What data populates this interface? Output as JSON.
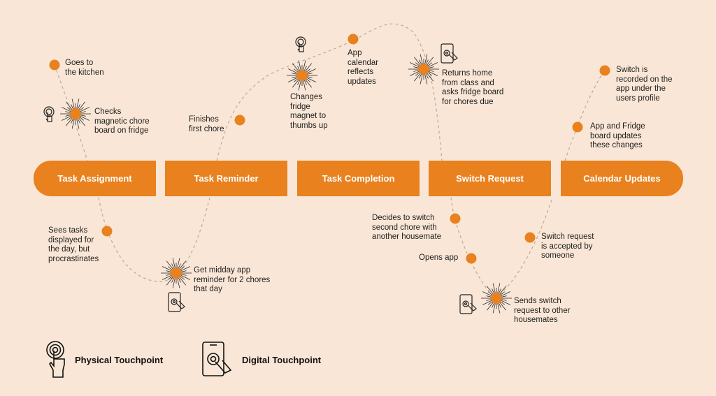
{
  "colors": {
    "background": "#f9e6d6",
    "accent": "#e8811e",
    "path": "#b9ab9f",
    "text": "#1f1f1f"
  },
  "stages": [
    "Task Assignment",
    "Task Reminder",
    "Task Completion",
    "Switch Request",
    "Calendar Updates"
  ],
  "touchpoints": [
    {
      "label": "Goes to\nthe kitchen",
      "kind": "dot"
    },
    {
      "label": "Checks\nmagnetic chore\nboard on fridge",
      "kind": "burst",
      "icon": "physical-touchpoint-icon"
    },
    {
      "label": "Sees tasks\ndisplayed for\nthe day, but\nprocrastinates",
      "kind": "dot"
    },
    {
      "label": "Get midday app\nreminder for 2 chores\nthat day",
      "kind": "burst",
      "icon": "digital-touchpoint-icon"
    },
    {
      "label": "Finishes\nfirst chore",
      "kind": "dot"
    },
    {
      "label": "Changes\nfridge\nmagnet to\nthumbs up",
      "kind": "burst",
      "icon": "physical-touchpoint-icon"
    },
    {
      "label": "App\ncalendar\nreflects\nupdates",
      "kind": "dot"
    },
    {
      "label": "Returns home\nfrom class and\nasks fridge board\nfor chores due",
      "kind": "burst",
      "icon": "digital-touchpoint-icon"
    },
    {
      "label": "Decides to switch\nsecond chore with\nanother housemate",
      "kind": "dot"
    },
    {
      "label": "Opens app",
      "kind": "dot"
    },
    {
      "label": "Sends switch\nrequest to other\nhousemates",
      "kind": "burst",
      "icon": "digital-touchpoint-icon"
    },
    {
      "label": "Switch request\nis accepted by\nsomeone",
      "kind": "dot"
    },
    {
      "label": "App and Fridge\nboard updates\nthese changes",
      "kind": "dot"
    },
    {
      "label": "Switch is\nrecorded on the\napp under the\nusers profile",
      "kind": "dot"
    }
  ],
  "legend": {
    "physical": {
      "label": "Physical Touchpoint",
      "icon": "physical-touchpoint-icon"
    },
    "digital": {
      "label": "Digital Touchpoint",
      "icon": "digital-touchpoint-icon"
    }
  }
}
